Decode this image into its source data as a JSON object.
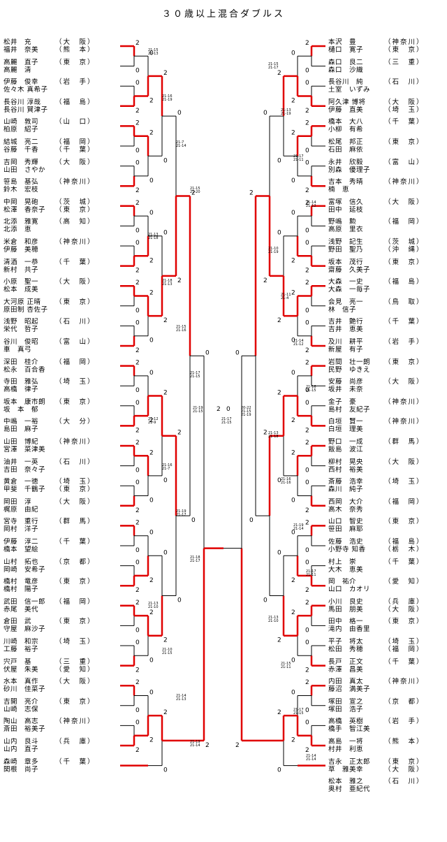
{
  "title": "３０歳以上混合ダブルス",
  "colors": {
    "line": "#000000",
    "winner": "#e00000"
  },
  "left_entries": [
    {
      "p1": "松井　充",
      "pr1": "（大　阪）",
      "p2": "福井　奈美",
      "pr2": "（熊　本）"
    },
    {
      "p1": "高麗　直子",
      "pr1": "（東　京）",
      "p2": "高麗　清",
      "pr2": ""
    },
    {
      "p1": "伊藤　俊幸",
      "pr1": "（岩　手）",
      "p2": "佐々木 真希子",
      "pr2": ""
    },
    {
      "p1": "長谷川 淳哉",
      "pr1": "（福　島）",
      "p2": "長谷川 賀津子",
      "pr2": ""
    },
    {
      "p1": "山崎　敦司",
      "pr1": "（山　口）",
      "p2": "柏原　紹子",
      "pr2": ""
    },
    {
      "p1": "結城　亮二",
      "pr1": "（福　岡）",
      "p2": "谷藤　千香",
      "pr2": "（千　葉）"
    },
    {
      "p1": "吉岡　秀輝",
      "pr1": "（大　阪）",
      "p2": "山田　さやか",
      "pr2": ""
    },
    {
      "p1": "笹島　基弘",
      "pr1": "（神奈川）",
      "p2": "鈴木　宏枝",
      "pr2": ""
    },
    {
      "p1": "中岡　晃砲",
      "pr1": "（茨　城）",
      "p2": "松澤　香奈子",
      "pr2": "（東　京）"
    },
    {
      "p1": "北添　雅寛",
      "pr1": "（高　知）",
      "p2": "北添　恵",
      "pr2": ""
    },
    {
      "p1": "米倉　和彦",
      "pr1": "（神奈川）",
      "p2": "伊藤　美穂",
      "pr2": ""
    },
    {
      "p1": "清酒　一恭",
      "pr1": "（千　葉）",
      "p2": "新村　共子",
      "pr2": ""
    },
    {
      "p1": "小原　聖一",
      "pr1": "（大　阪）",
      "p2": "松本　成美",
      "pr2": ""
    },
    {
      "p1": "大河原 正晴",
      "pr1": "（東　京）",
      "p2": "原田制 杏佐子",
      "pr2": ""
    },
    {
      "p1": "浅野　昭起",
      "pr1": "（石　川）",
      "p2": "栄代　哲子",
      "pr2": ""
    },
    {
      "p1": "谷川　俊昭",
      "pr1": "（富　山）",
      "p2": "車　真弓",
      "pr2": ""
    },
    {
      "p1": "深田　桂介",
      "pr1": "（福　岡）",
      "p2": "松永　百合香",
      "pr2": ""
    },
    {
      "p1": "寺田　雅弘",
      "pr1": "（埼　玉）",
      "p2": "高橋　律子",
      "pr2": ""
    },
    {
      "p1": "坂本　康市朗",
      "pr1": "（東　京）",
      "p2": "坂　本　郁",
      "pr2": ""
    },
    {
      "p1": "中嶋　一裕",
      "pr1": "（大　分）",
      "p2": "島田　麻子",
      "pr2": ""
    },
    {
      "p1": "山田　博紀",
      "pr1": "（神奈川）",
      "p2": "宮澤　菜津美",
      "pr2": ""
    },
    {
      "p1": "油井　一英",
      "pr1": "（石　川）",
      "p2": "吉田　奈々子",
      "pr2": ""
    },
    {
      "p1": "黄倉　一徳",
      "pr1": "（埼　玉）",
      "p2": "甲斐　千鶴子",
      "pr2": "（東　京）"
    },
    {
      "p1": "岡田　淳",
      "pr1": "（大　阪）",
      "p2": "梶原　由紀",
      "pr2": ""
    },
    {
      "p1": "宮寺　重行",
      "pr1": "（群　馬）",
      "p2": "岡村　洋子",
      "pr2": ""
    },
    {
      "p1": "伊藤　淳二",
      "pr1": "（千　葉）",
      "p2": "橋本　望絵",
      "pr2": ""
    },
    {
      "p1": "山村　拓也",
      "pr1": "（京　都）",
      "p2": "岡崎　安希子",
      "pr2": ""
    },
    {
      "p1": "橋村　竜彦",
      "pr1": "（東　京）",
      "p2": "橋村　陽子",
      "pr2": ""
    },
    {
      "p1": "武田　信一郎",
      "pr1": "（福　岡）",
      "p2": "赤尾　美代",
      "pr2": ""
    },
    {
      "p1": "倉田　武",
      "pr1": "（東　京）",
      "p2": "守屋　麻沙子",
      "pr2": ""
    },
    {
      "p1": "川崎　和宗",
      "pr1": "（埼　玉）",
      "p2": "工藤　裕子",
      "pr2": ""
    },
    {
      "p1": "宍戸　基",
      "pr1": "（三　重）",
      "p2": "伏屋　朱美",
      "pr2": "（愛　知）"
    },
    {
      "p1": "水本　真作",
      "pr1": "（大　阪）",
      "p2": "砂川　佳菜子",
      "pr2": ""
    },
    {
      "p1": "吉開　亮介",
      "pr1": "（東　京）",
      "p2": "山崎　志保",
      "pr2": ""
    },
    {
      "p1": "陶山　高志",
      "pr1": "（神奈川）",
      "p2": "斎田　裕美子",
      "pr2": ""
    },
    {
      "p1": "山内　良斗",
      "pr1": "（兵　庫）",
      "p2": "山内　直子",
      "pr2": ""
    },
    {
      "p1": "森崎　章多",
      "pr1": "（千　葉）",
      "p2": "関根　尚子",
      "pr2": ""
    }
  ],
  "right_entries": [
    {
      "p1": "本沢　豊",
      "pr1": "（神奈川）",
      "p2": "樋口　寛子",
      "pr2": "（東　京）"
    },
    {
      "p1": "森口　良二",
      "pr1": "（三　重）",
      "p2": "森口　沙織",
      "pr2": ""
    },
    {
      "p1": "長谷川　純",
      "pr1": "（石　川）",
      "p2": "土室　いずみ",
      "pr2": ""
    },
    {
      "p1": "阿久津 博将",
      "pr1": "（大　阪）",
      "p2": "伊藤　直美",
      "pr2": "（埼　玉）"
    },
    {
      "p1": "橋本　大八",
      "pr1": "（千　葉）",
      "p2": "小柳　有希",
      "pr2": ""
    },
    {
      "p1": "松尾　邦正",
      "pr1": "（東　京）",
      "p2": "石田　麻依",
      "pr2": ""
    },
    {
      "p1": "永井　欣毅",
      "pr1": "（富　山）",
      "p2": "別森　優理子",
      "pr2": ""
    },
    {
      "p1": "吉本　秀晴",
      "pr1": "（神奈川）",
      "p2": "楠　恵",
      "pr2": ""
    },
    {
      "p1": "富塚　信久",
      "pr1": "（大　阪）",
      "p2": "田中　延枝",
      "pr2": ""
    },
    {
      "p1": "野嶋　勲",
      "pr1": "（福　岡）",
      "p2": "高原　里衣",
      "pr2": ""
    },
    {
      "p1": "浅野　記生",
      "pr1": "（茨　城）",
      "p2": "野田　聖乃",
      "pr2": "（沖　縄）"
    },
    {
      "p1": "坂本　茂行",
      "pr1": "（東　京）",
      "p2": "齋藤　久美子",
      "pr2": ""
    },
    {
      "p1": "大森　一史",
      "pr1": "（福　島）",
      "p2": "大森　一毎子",
      "pr2": ""
    },
    {
      "p1": "会見　亮一",
      "pr1": "（鳥　取）",
      "p2": "林　信子",
      "pr2": ""
    },
    {
      "p1": "吉井　艶行",
      "pr1": "（千　葉）",
      "p2": "吉井　恵美",
      "pr2": ""
    },
    {
      "p1": "及川　耕平",
      "pr1": "（岩　手）",
      "p2": "新屋　有子",
      "pr2": ""
    },
    {
      "p1": "岩間　壮一朗",
      "pr1": "（東　京）",
      "p2": "民野　ゆきえ",
      "pr2": ""
    },
    {
      "p1": "安藤　尚彦",
      "pr1": "（大　阪）",
      "p2": "坂井　未奈",
      "pr2": ""
    },
    {
      "p1": "金子　豪",
      "pr1": "（神奈川）",
      "p2": "島村　友紀子",
      "pr2": ""
    },
    {
      "p1": "白垣　賢一",
      "pr1": "（神奈川）",
      "p2": "白垣　理美",
      "pr2": ""
    },
    {
      "p1": "野口　一成",
      "pr1": "（群　馬）",
      "p2": "飯島　波江",
      "pr2": ""
    },
    {
      "p1": "柳村　晃央",
      "pr1": "（大　阪）",
      "p2": "西村　裕美",
      "pr2": ""
    },
    {
      "p1": "斎藤　浩幸",
      "pr1": "（埼　玉）",
      "p2": "森川　純子",
      "pr2": ""
    },
    {
      "p1": "西岡　大介",
      "pr1": "（福　岡）",
      "p2": "高木　奈秀",
      "pr2": ""
    },
    {
      "p1": "山口　智史",
      "pr1": "（東　京）",
      "p2": "笹田　麻耶",
      "pr2": ""
    },
    {
      "p1": "佐藤　浩史",
      "pr1": "（福　島）",
      "p2": "小野寺 知香",
      "pr2": "（栃　木）"
    },
    {
      "p1": "村上　崇",
      "pr1": "（千　葉）",
      "p2": "大木　恵美",
      "pr2": ""
    },
    {
      "p1": "岡　祐介",
      "pr1": "（愛　知）",
      "p2": "山口　カオリ",
      "pr2": ""
    },
    {
      "p1": "小川　良史",
      "pr1": "（兵　庫）",
      "p2": "馬田　朋美",
      "pr2": "（大　阪）"
    },
    {
      "p1": "田中　格一",
      "pr1": "（東　京）",
      "p2": "滝内　由香里",
      "pr2": ""
    },
    {
      "p1": "平子　将太",
      "pr1": "（埼　玉）",
      "p2": "松田　秀穂",
      "pr2": "（福　岡）"
    },
    {
      "p1": "長戸　正文",
      "pr1": "（千　葉）",
      "p2": "赤澤　昌美",
      "pr2": ""
    },
    {
      "p1": "内田　真太",
      "pr1": "（神奈川）",
      "p2": "藤沼　満美子",
      "pr2": ""
    },
    {
      "p1": "塚田　宣之",
      "pr1": "（京　都）",
      "p2": "塚田　浩子",
      "pr2": ""
    },
    {
      "p1": "高橋　英樹",
      "pr1": "（岩　手）",
      "p2": "橋手　智江美",
      "pr2": ""
    },
    {
      "p1": "高島　一将",
      "pr1": "（熊　本）",
      "p2": "村井　利恵",
      "pr2": ""
    },
    {
      "p1": "吉永　正太郎",
      "pr1": "（東　京）",
      "p2": "草　雅美幸",
      "pr2": "（大　阪）"
    },
    {
      "p1": "松本　雅之",
      "pr1": "（石　川）",
      "p2": "奥村　亜紀代",
      "pr2": ""
    }
  ],
  "scores": {
    "s1": "21-15\n21-13",
    "s2": "21-16\n21-19",
    "s3": "21-7\n21-14",
    "s4": "21-15\n21-20",
    "s5": "21-13\n21-18",
    "s6": "21-18\n21-13",
    "s7": "21-15\n21-16",
    "s8": "21-17\n21-15",
    "s9": "21-12\n21-9",
    "s10": "21-16\n21-7",
    "s11": "21-19\n21-17",
    "s12": "21-18\n21-17",
    "s13": "21-13\n21-10",
    "s14": "21-10\n21-15",
    "s15": "21-14\n21-13",
    "s16": "21-19\n21-14",
    "final": "21-17\n21-15",
    "semi_l": "21-19\n21-15",
    "semi_r": "20-22\n21-15\n21-19",
    "r1": "21-15\n21-17",
    "r2": "21-13\n21-19",
    "r3": "21-17\n21-11",
    "r4": "21-14\n21-12",
    "r5": "21-10\n21-19",
    "r6": "21-11\n21-4",
    "r7": "21-14\n21-12",
    "r8": "21-16\n21-15",
    "r9": "21-13\n21-18",
    "r10": "21-16\n21-16",
    "r11": "21-19\n21-14",
    "r12": "21-17\n21-11",
    "r13": "21-13\n21-10",
    "r14": "21-15\n21-11",
    "r15": "21-17\n21-15",
    "r16": "21-14\n21-14"
  },
  "final_result": {
    "left_label": "2",
    "right_label": "0"
  }
}
